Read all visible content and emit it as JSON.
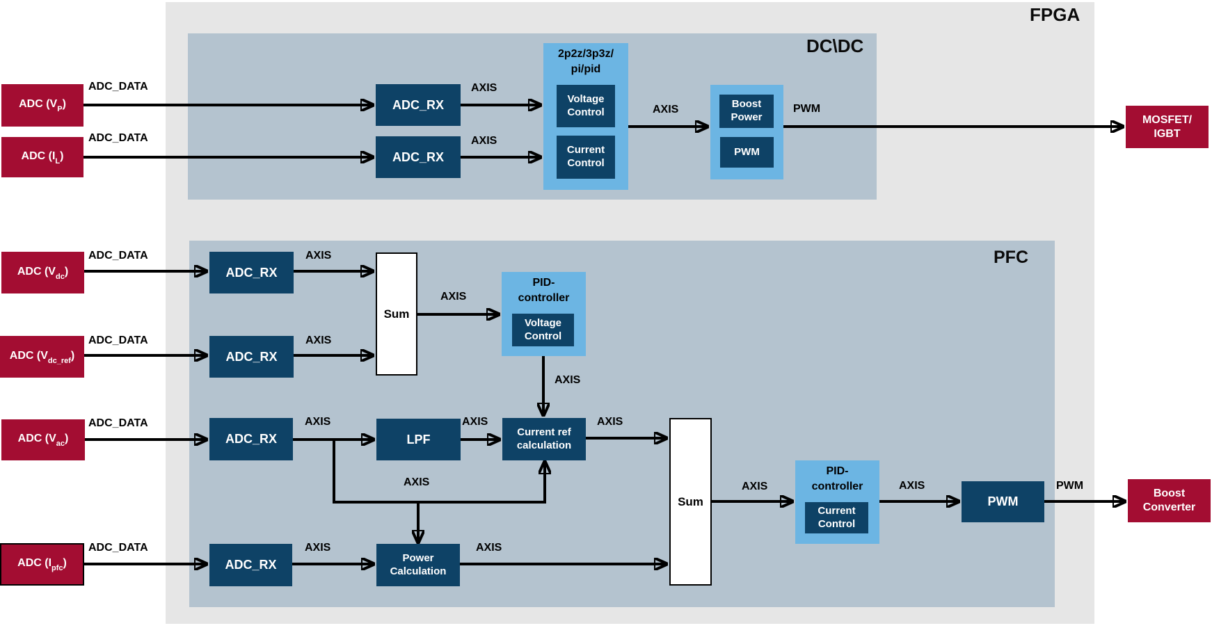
{
  "diagram": {
    "fpga_label": "FPGA",
    "dcdc_label": "DC\\DC",
    "pfc_label": "PFC"
  },
  "signals": {
    "adc_data": "ADC_DATA",
    "axis": "AXIS",
    "pwm": "PWM"
  },
  "adc_inputs": [
    {
      "pre": "ADC (V",
      "sub": "P",
      "post": ")"
    },
    {
      "pre": "ADC (I",
      "sub": "L",
      "post": ")"
    },
    {
      "pre": "ADC (V",
      "sub": "dc",
      "post": ")"
    },
    {
      "pre": "ADC (V",
      "sub": "dc_ref",
      "post": ")"
    },
    {
      "pre": "ADC (V",
      "sub": "ac",
      "post": ")"
    },
    {
      "pre": "ADC (I",
      "sub": "pfc",
      "post": ")"
    }
  ],
  "blocks": {
    "adc_rx": "ADC_RX",
    "compensator": "2p2z/3p3z/\npi/pid",
    "voltage_control": "Voltage\nControl",
    "current_control": "Current\nControl",
    "boost_power": "Boost\nPower",
    "pwm": "PWM",
    "sum": "Sum",
    "pid_controller": "PID-\ncontroller",
    "lpf": "LPF",
    "current_ref_calc": "Current ref\ncalculation",
    "power_calc": "Power\nCalculation"
  },
  "outputs": {
    "mosfet_igbt": "MOSFET/\nIGBT",
    "boost_converter": "Boost\nConverter"
  },
  "colors": {
    "adc_red": "#A30D32",
    "navy": "#0E4266",
    "light_blue": "#6CB5E3",
    "panel_blue_gray": "#B4C3CF",
    "fpga_gray": "#E6E6E6",
    "arrow_black": "#000000"
  }
}
